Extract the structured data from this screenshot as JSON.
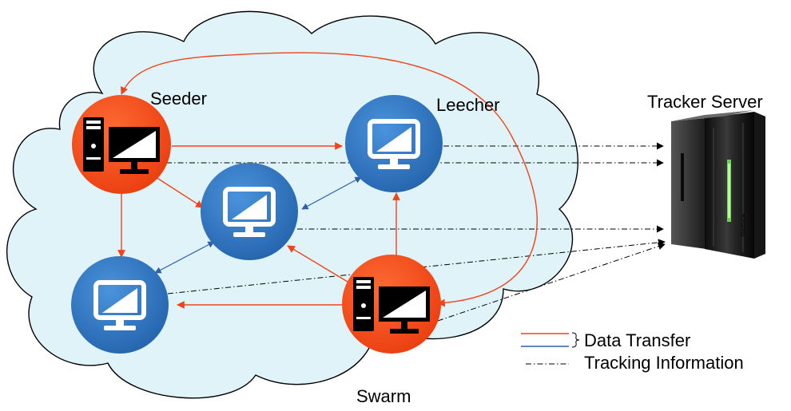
{
  "labels": {
    "seeder": "Seeder",
    "leecher": "Leecher",
    "tracker": "Tracker Server",
    "swarm": "Swarm",
    "server_brand": "Mainframe"
  },
  "legend": {
    "data_transfer": "Data Transfer",
    "tracking_information": "Tracking Information"
  },
  "colors": {
    "cloud_fill": "#dff3f8",
    "cloud_stroke": "#000000",
    "seeder_node": "#f4511e",
    "leecher_node": "#2f79c4",
    "data_transfer_seeder": "#f0441a",
    "data_transfer_leecher": "#2e5fa8",
    "tracking_line": "#000000"
  },
  "icons": {
    "seeder": "desktop-tower-icon",
    "leecher": "monitor-icon",
    "tracker": "server-rack-icon"
  }
}
